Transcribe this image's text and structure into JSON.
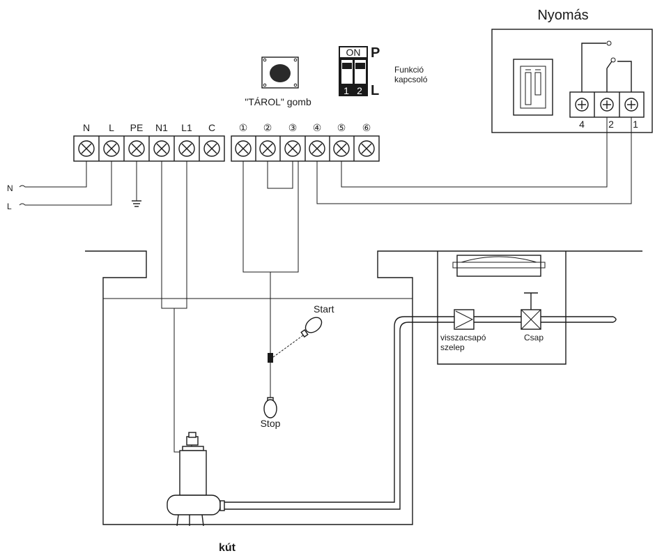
{
  "pressure_unit": {
    "title": "Nyomás",
    "terminals": [
      "4",
      "2",
      "1"
    ]
  },
  "store_button": {
    "label": "\"TÁROL\" gomb"
  },
  "function_switch": {
    "on_label": "ON",
    "switch_numbers": [
      "1",
      "2"
    ],
    "p_label": "P",
    "l_label": "L",
    "label_line1": "Funkció",
    "label_line2": "kapcsoló"
  },
  "power_terminals": [
    "N",
    "L",
    "PE",
    "N1",
    "L1",
    "C"
  ],
  "signal_terminals": [
    "①",
    "②",
    "③",
    "④",
    "⑤",
    "⑥"
  ],
  "supply": {
    "n_label": "N",
    "l_label": "L"
  },
  "float_switch": {
    "start_label": "Start",
    "stop_label": "Stop"
  },
  "valves": {
    "check_valve_line1": "visszacsapó",
    "check_valve_line2": "szelep",
    "tap_label": "Csap"
  },
  "well": {
    "label": "kút"
  },
  "colors": {
    "line": "#1a1a1a",
    "button": "#2a2a2a",
    "switch_body": "#1a1a1a"
  }
}
